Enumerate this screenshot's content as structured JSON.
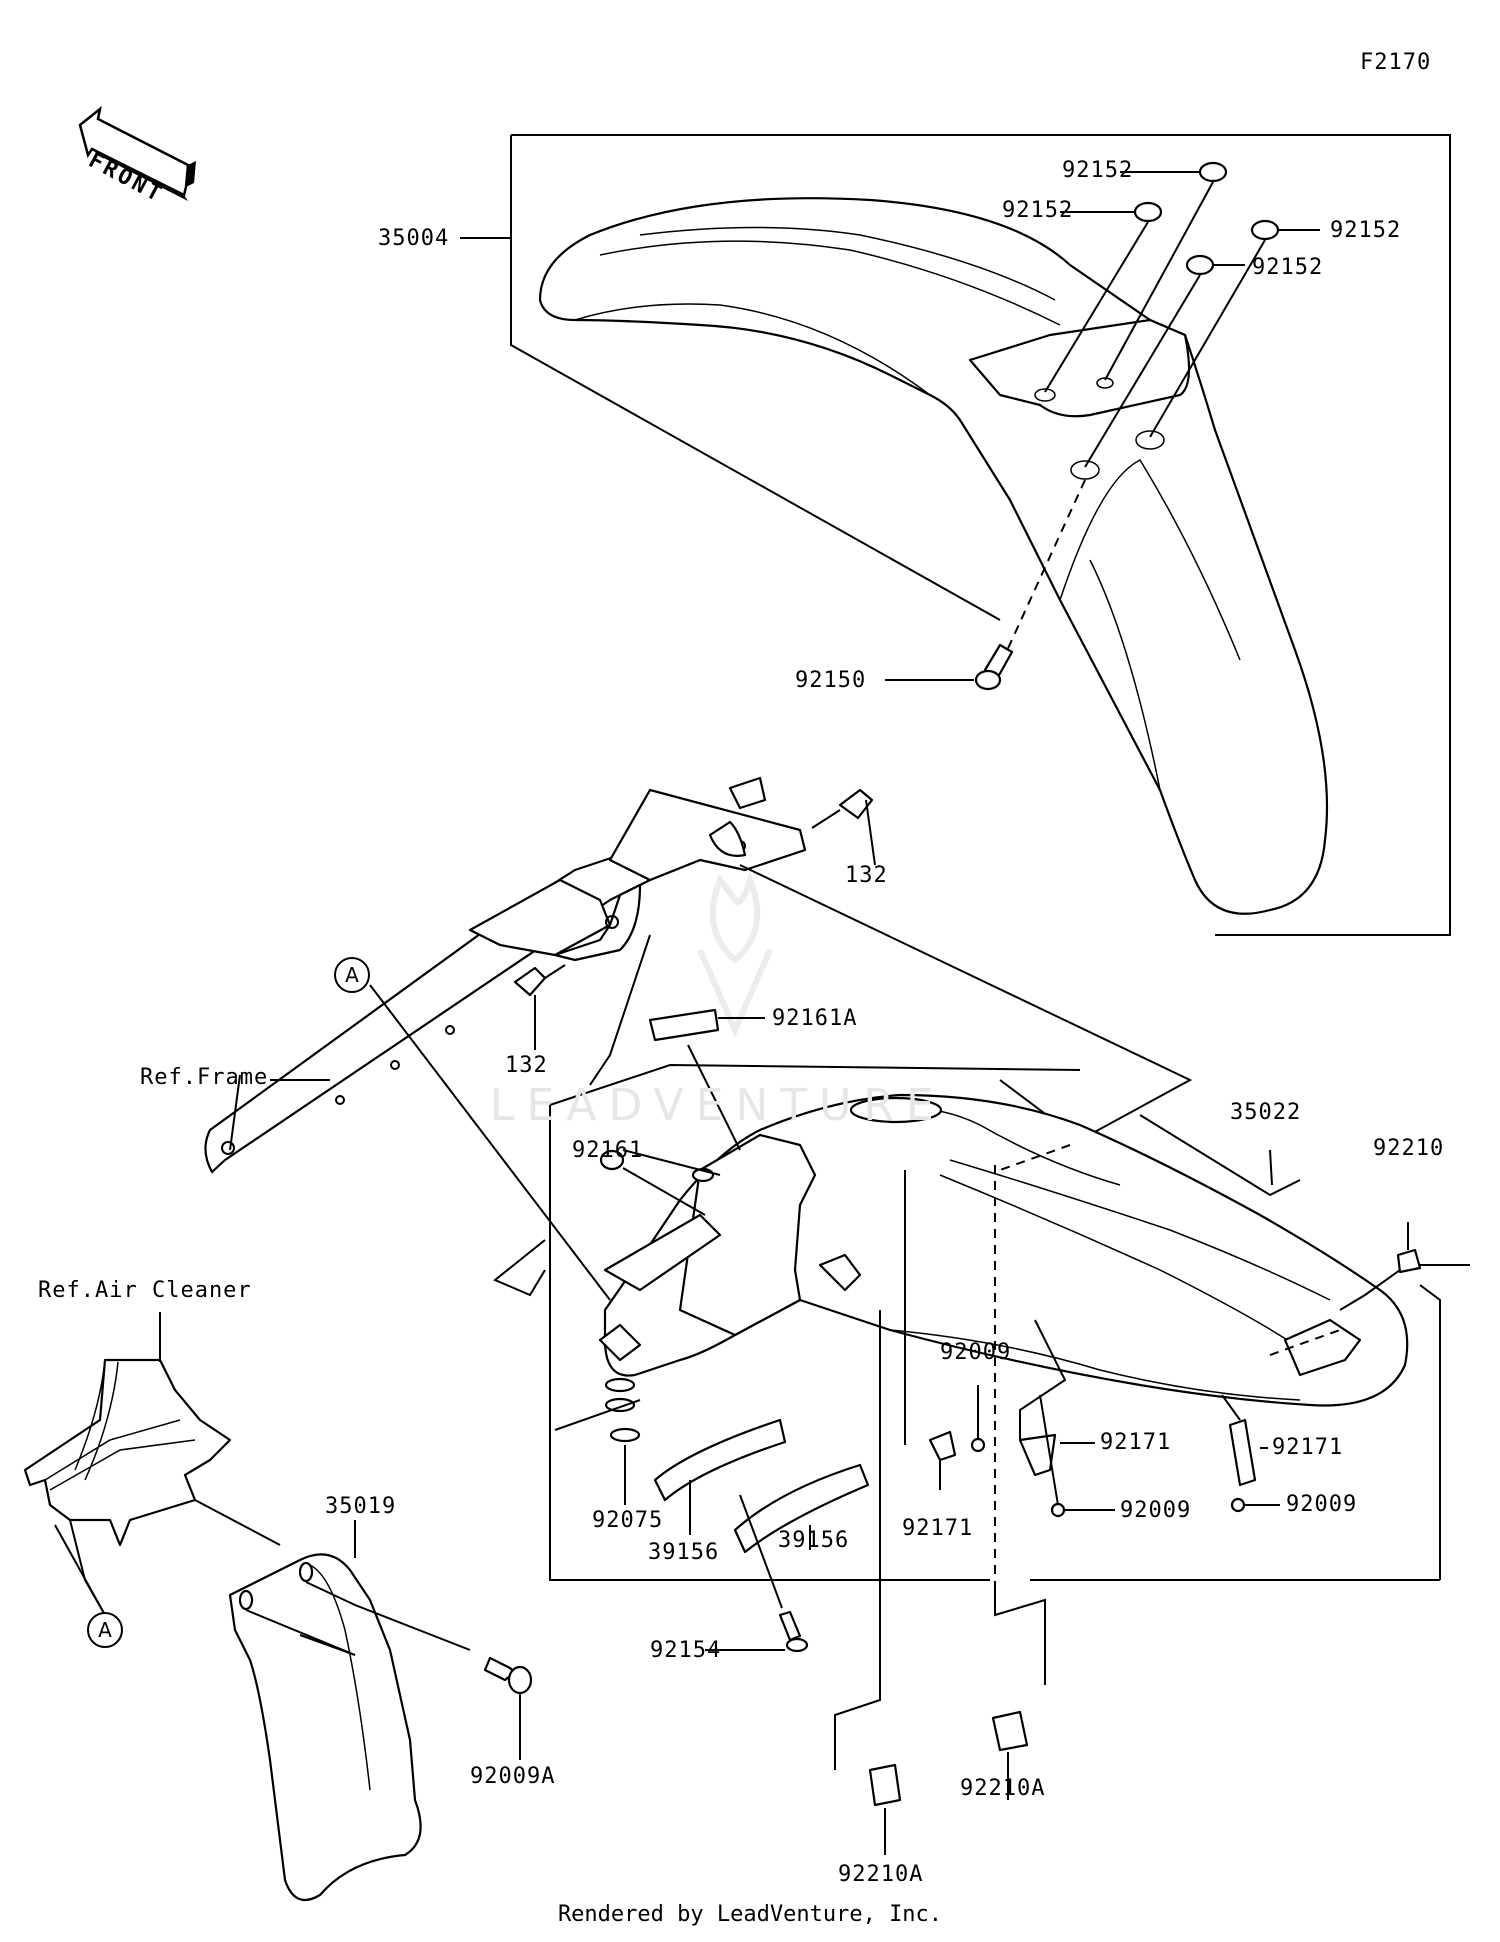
{
  "diagram_code": "F2170",
  "front_label": "FRONT",
  "watermark": "LEADVENTURE",
  "footer": "Rendered by LeadVenture, Inc.",
  "callouts": {
    "A": "A"
  },
  "labels": {
    "p35004": "35004",
    "p92152_a": "92152",
    "p92152_b": "92152",
    "p92152_c": "92152",
    "p92152_d": "92152",
    "p92150": "92150",
    "p132_a": "132",
    "p132_b": "132",
    "ref_frame": "Ref.Frame",
    "p92161A": "92161A",
    "p92161": "92161",
    "p35022": "35022",
    "p92210": "92210",
    "ref_air_cleaner": "Ref.Air Cleaner",
    "p92009_a": "92009",
    "p92171_a": "92171",
    "p92171_b": "92171",
    "p92171_c": "92171",
    "p92009_b": "92009",
    "p92009_c": "92009",
    "p92075": "92075",
    "p39156_a": "39156",
    "p39156_b": "39156",
    "p35019": "35019",
    "p92154": "92154",
    "p92009A": "92009A",
    "p92210A_a": "92210A",
    "p92210A_b": "92210A"
  }
}
